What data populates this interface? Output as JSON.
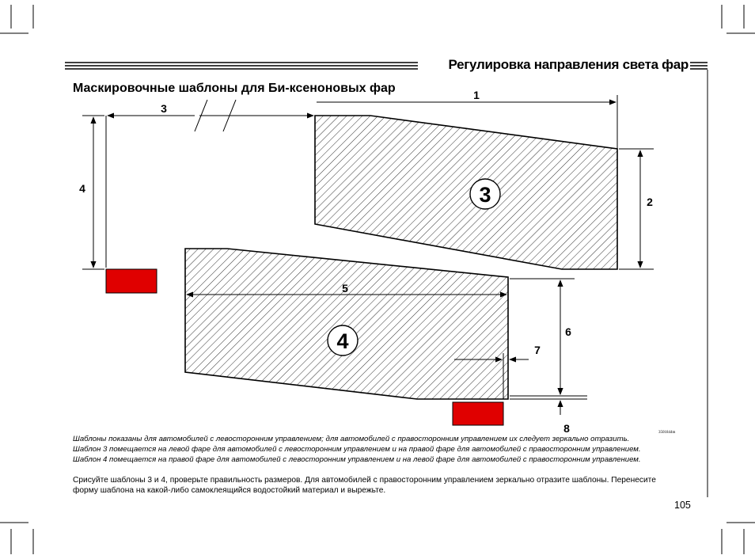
{
  "header": {
    "title": "Регулировка направления света фар",
    "section_title": "Маскировочные шаблоны для Би-ксеноновых фар"
  },
  "diagram": {
    "dimension_labels": [
      "1",
      "2",
      "3",
      "4",
      "5",
      "6",
      "7",
      "8"
    ],
    "template_labels": [
      "3",
      "4"
    ],
    "image_code": "3501844m",
    "colors": {
      "reference_block": "#e00000",
      "outline": "#000000",
      "hatch": "#000000"
    }
  },
  "notes": [
    "Шаблоны показаны для автомобилей с левосторонним управлением; для автомобилей с правосторонним управлением их следует зеркально отразить.",
    "Шаблон 3 помещается на левой фаре для автомобилей с левосторонним управлением и на правой фаре  для автомобилей с правосторонним управлением.",
    "Шаблон 4 помещается на правой фаре для автомобилей с левосторонним управлением и на левой фаре для автомобилей с правосторонним управлением."
  ],
  "body": [
    "Срисуйте шаблоны 3 и 4, проверьте правильность размеров. Для автомобилей с правосторонним управлением зеркально отразите шаблоны. Перенесите",
    "форму шаблона на какой-либо самоклеящийся водостойкий материал и вырежьте."
  ],
  "page_number": "105"
}
